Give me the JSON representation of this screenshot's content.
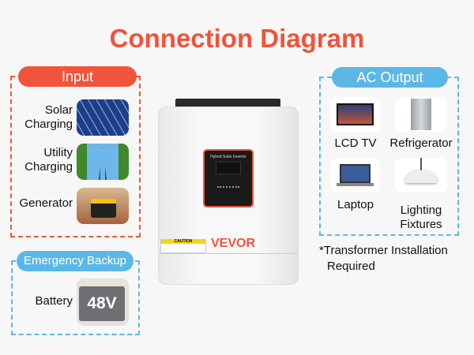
{
  "title": "Connection Diagram",
  "input": {
    "label": "Input",
    "items": [
      {
        "line1": "Solar",
        "line2": "Charging"
      },
      {
        "line1": "Utility",
        "line2": "Charging"
      },
      {
        "line1": "Generator"
      }
    ]
  },
  "backup": {
    "label": "Emergency Backup",
    "item": "Battery",
    "battery_text": "48V"
  },
  "output": {
    "label": "AC Output",
    "items": [
      "LCD TV",
      "Refrigerator",
      "Laptop"
    ],
    "lighting1": "Lighting",
    "lighting2": "Fixtures"
  },
  "note": {
    "line1": "*Transformer Installation",
    "line2": "Required"
  },
  "inverter": {
    "display_title": "Hybrid Solar Inverter",
    "brand": "VEVOR",
    "caution": "CAUTION"
  },
  "colors": {
    "orange": "#f0543a",
    "blue": "#5bb8e6"
  }
}
